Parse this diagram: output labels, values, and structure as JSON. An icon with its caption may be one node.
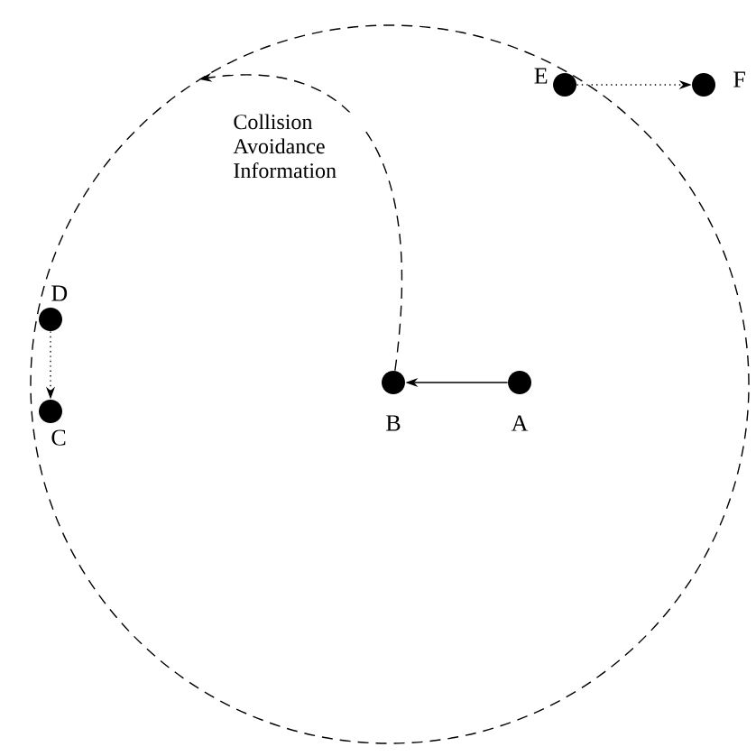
{
  "diagram": {
    "nodes": [
      {
        "text": [],
        "shape": "circle"
      },
      {
        "text": [],
        "shape": "circle",
        "beside": [
          "E"
        ],
        "in": 0
      },
      {
        "text": [],
        "shape": "circle",
        "beside": [
          "F"
        ]
      },
      {
        "text": [],
        "shape": "circle",
        "beside": [
          "D"
        ],
        "in": 0
      },
      {
        "text": [],
        "shape": "circle",
        "beside": [
          "B"
        ],
        "in": 0
      },
      {
        "text": [],
        "shape": "circle",
        "beside": [
          "A"
        ],
        "in": 0
      },
      {
        "text": [],
        "shape": "circle",
        "beside": [
          "C"
        ],
        "in": 0
      }
    ],
    "edges": [
      {
        "from": 1,
        "to": 2,
        "arrow": "to",
        "style": "dashed"
      },
      {
        "from": 3,
        "to": 6,
        "arrow": "to",
        "style": "dashed"
      },
      {
        "from": 5,
        "to": 4,
        "arrow": "to"
      },
      {
        "from": 4,
        "to": 0,
        "arrow": "to",
        "style": "dashed",
        "label": "Collision Avoidance Information"
      }
    ]
  }
}
